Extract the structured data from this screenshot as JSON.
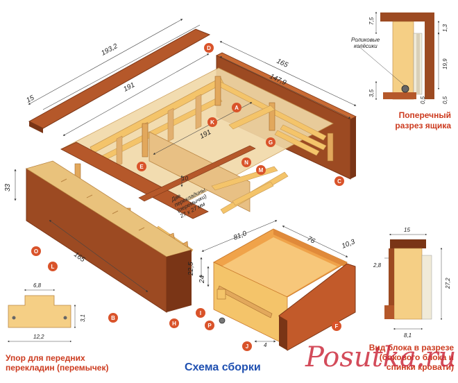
{
  "dimensions": {
    "d193_2": "193,2",
    "d191_top": "191",
    "d191_mid": "191",
    "d165_top": "165",
    "d147_9": "147,9",
    "d15": "15",
    "d33": "33",
    "d165_front": "165",
    "d10": "10",
    "d22_5": "22,5",
    "d24": "24",
    "d81_0": "81,0",
    "d76": "76",
    "d10_3": "10,3",
    "d4": "4",
    "d7_5": "7,5",
    "d1_3": "1,3",
    "d19_9": "19,9",
    "d3_5": "3,5",
    "d0_5a": "0,5",
    "d0_5b": "0,5",
    "d6_8": "6,8",
    "d3_1": "3,1",
    "d12_2": "12,2",
    "d15_sec": "15",
    "d2_8": "2,8",
    "d27_2": "27,2",
    "d8_1": "8,1"
  },
  "part_labels": {
    "A": "A",
    "B": "B",
    "C": "C",
    "D": "D",
    "E": "E",
    "F": "F",
    "G": "G",
    "H": "H",
    "I": "I",
    "J": "J",
    "K": "K",
    "L": "L",
    "M": "M",
    "N": "N",
    "O": "O",
    "P": "P"
  },
  "notes": {
    "rollers_1": "Роликовые",
    "rollers_2": "колёсики",
    "two_crossbars_1": "Две",
    "two_crossbars_2": "перекладины",
    "two_crossbars_3": "(перемычки)",
    "two_crossbars_4": "27 x 27 мм"
  },
  "captions": {
    "drawer_section_1": "Поперечный",
    "drawer_section_2": "разрез ящика",
    "stop_1": "Упор для передних",
    "stop_2": "перекладин (перемычек)",
    "assembly": "Схема сборки",
    "block_1": "Вид блока в разрезе",
    "block_2": "(бокового блока и",
    "block_3": "спинки кровати)"
  },
  "watermark": "Posutka.ru",
  "colors": {
    "wood_dark": "#9c4a22",
    "wood_mid": "#c96a33",
    "wood_light": "#f4c46a",
    "edge": "#7a3516",
    "label_circle": "#d9532a",
    "caption_red": "#cc3a1e",
    "caption_blue": "#1e4fb0"
  }
}
